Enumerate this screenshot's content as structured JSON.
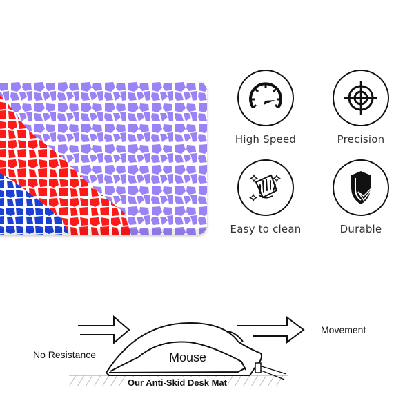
{
  "product_image": {
    "description": "Desk mat with cellular pattern",
    "colors": {
      "lavender": "#9b82f5",
      "red": "#ff1a1a",
      "blue": "#1a40d6",
      "gaps": "#ffffff"
    }
  },
  "features": [
    {
      "icon": "speedometer-icon",
      "label": "High Speed"
    },
    {
      "icon": "crosshair-icon",
      "label": "Precision"
    },
    {
      "icon": "wipe-hand-icon",
      "label": "Easy to clean"
    },
    {
      "icon": "shield-check-icon",
      "label": "Durable"
    }
  ],
  "diagram": {
    "left_label": "No Resistance",
    "right_label": "Movement",
    "mouse_label": "Mouse",
    "surface_label": "Our Anti-Skid Desk Mat"
  }
}
